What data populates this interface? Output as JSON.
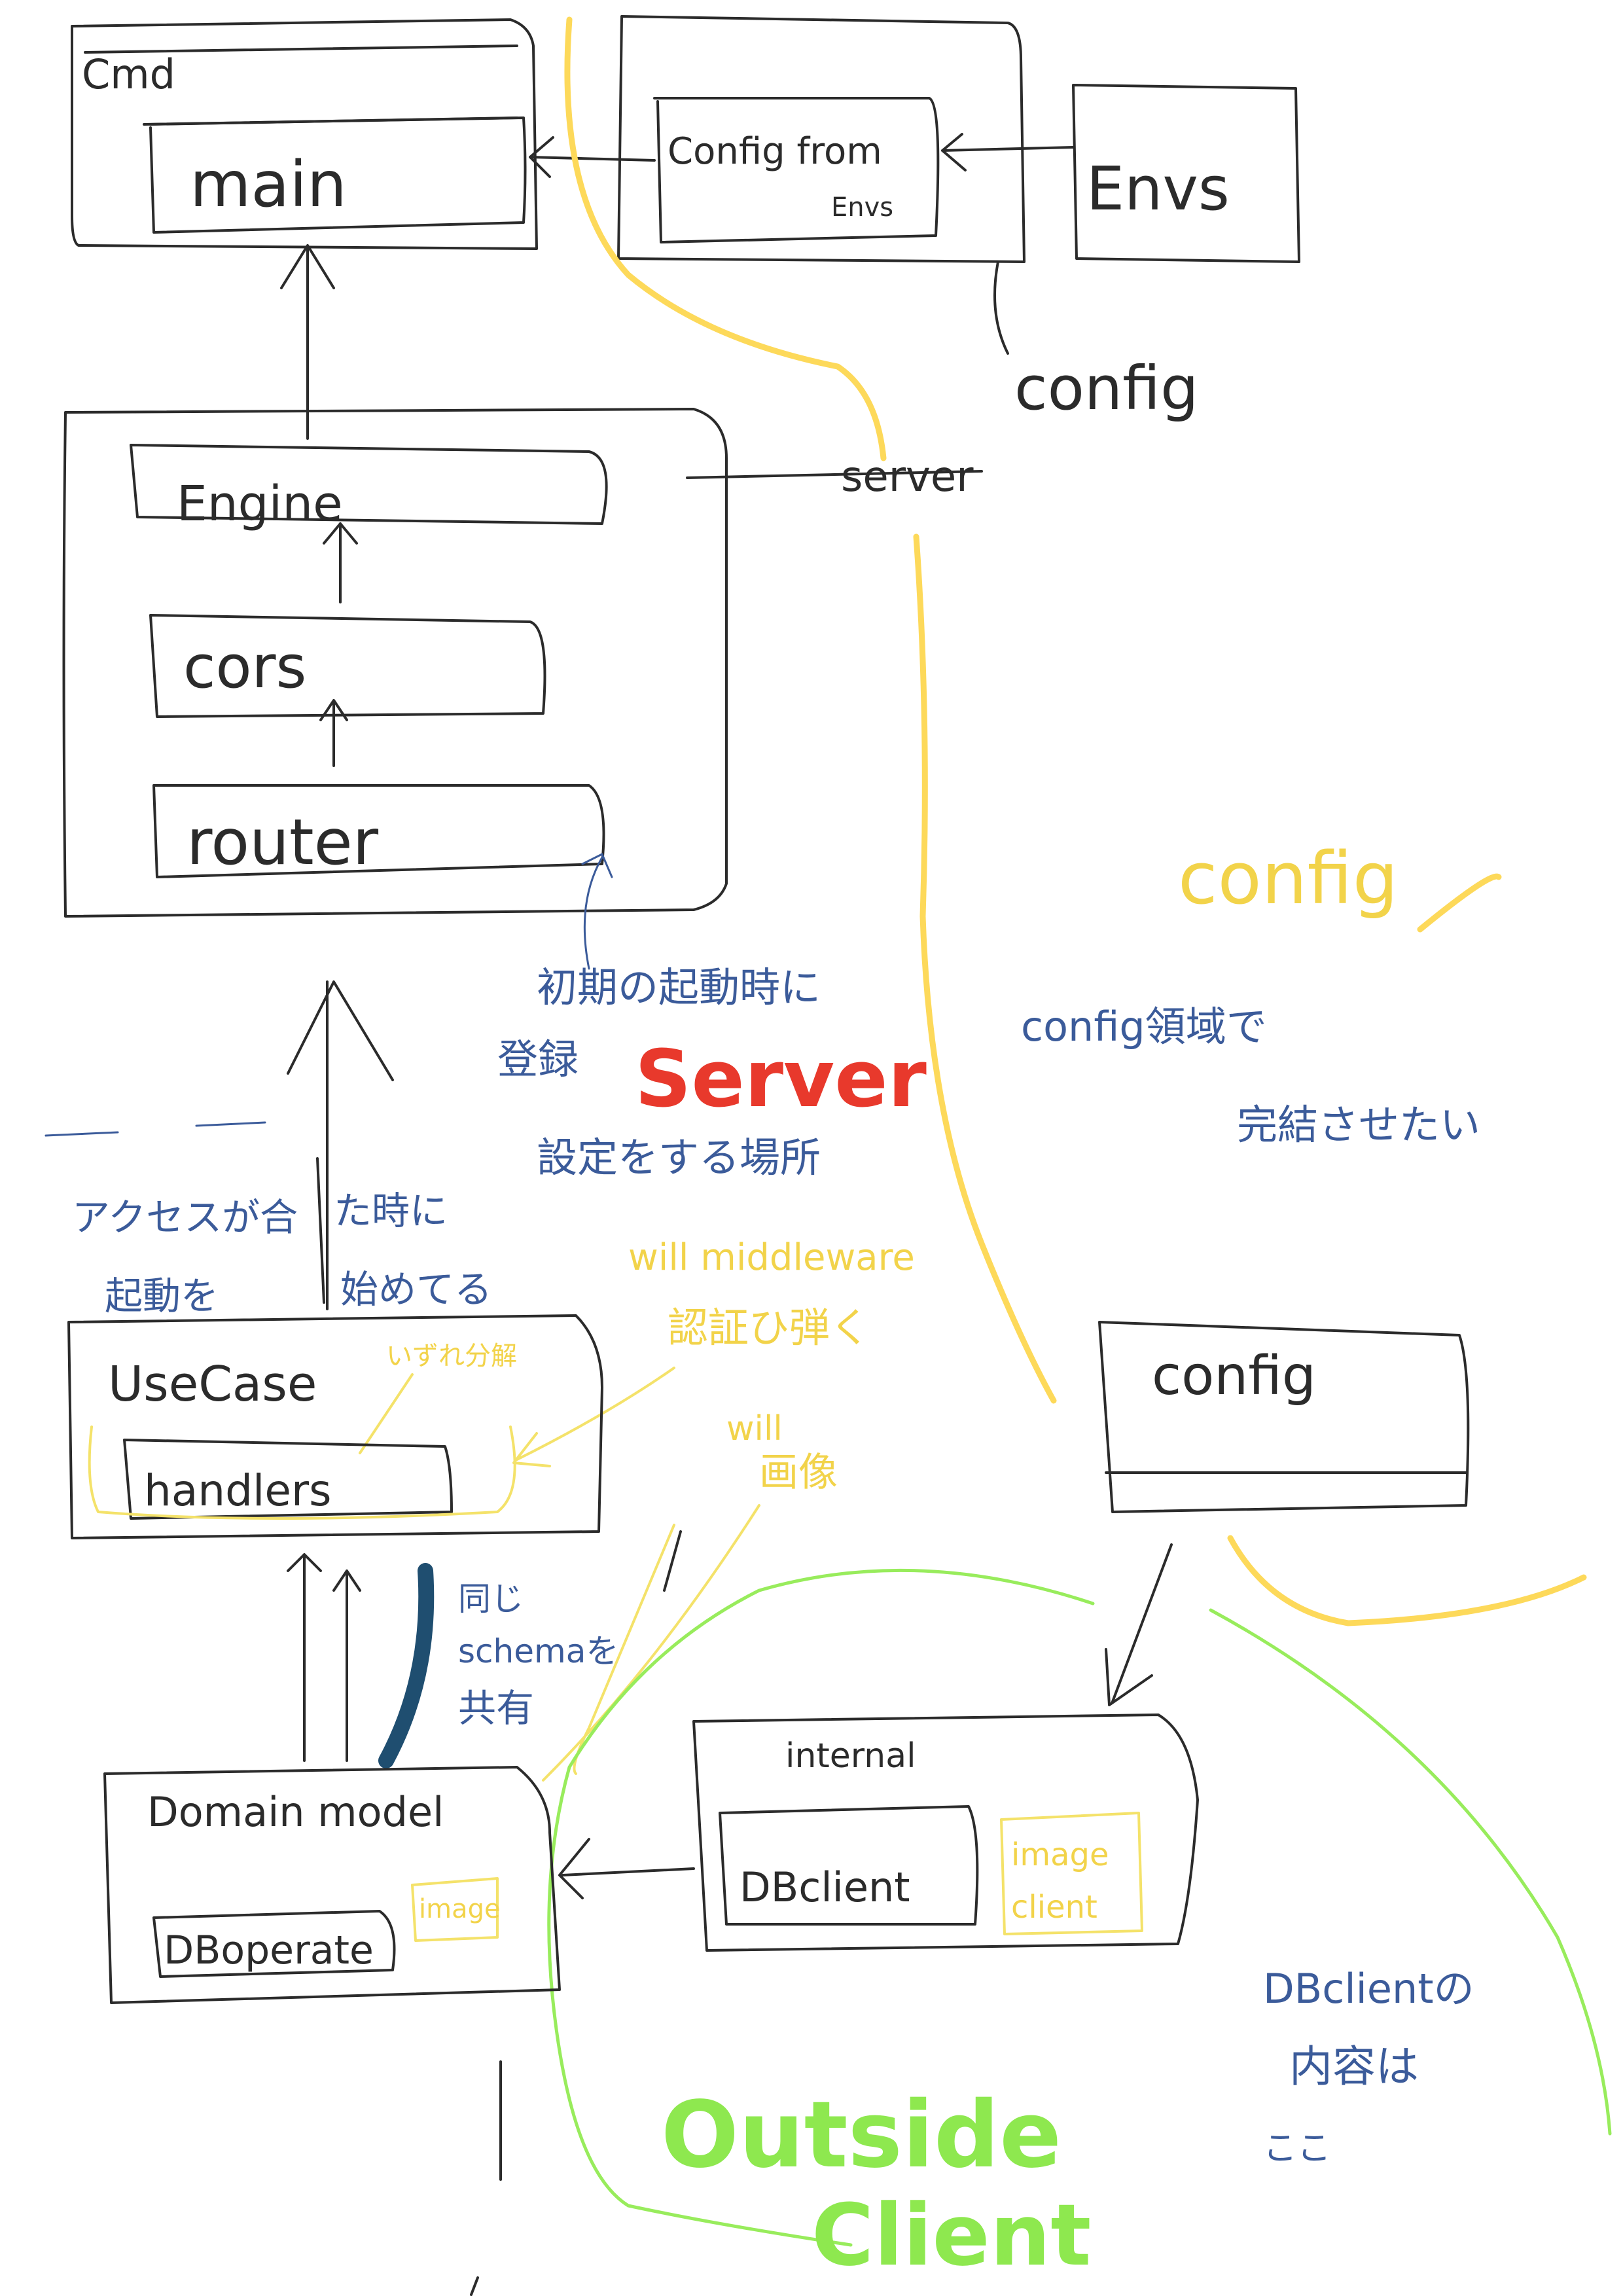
{
  "diagram": {
    "cmd_label": "Cmd",
    "main_label": "main",
    "config_from_envs_line1": "Config from",
    "config_from_envs_line2": "Envs",
    "envs_label": "Envs",
    "config_label_top": "config",
    "engine_label": "Engine",
    "cors_label": "cors",
    "router_label": "router",
    "server_label": "server",
    "config_area_big": "config",
    "config_area_note_line1": "config領域で",
    "config_area_note_line2": "完結させたい",
    "init_note_line1": "初期の起動時に",
    "init_note_line2": "登録",
    "init_note_line3": "設定をする場所",
    "server_red_label": "Server",
    "middleware_line1": "will middleware",
    "middleware_line2": "認証ひ弾く",
    "access_note_line1": "アクセスが合",
    "access_note_line2": "起動を",
    "access_note_line3": "た時に",
    "access_note_line4": "始めてる",
    "usecase_label": "UseCase",
    "usecase_yellow_note": "いずれ分解",
    "handlers_label": "handlers",
    "will_image_line1": "will",
    "will_image_line2": "画像",
    "shared_schema_line1": "同じ",
    "shared_schema_line2": "schemaを",
    "shared_schema_line3": "共有",
    "config_box_label": "config",
    "domain_model_label": "Domain model",
    "db_operate_label": "DBoperate",
    "image_small_label": "image",
    "internal_label": "internal",
    "db_client_label": "DBclient",
    "image_client_line1": "image",
    "image_client_line2": "client",
    "db_client_note_line1": "DBclientの",
    "db_client_note_line2": "内容は",
    "db_client_note_line3": "ここ",
    "outside_line1": "Outside",
    "outside_line2": "Client"
  }
}
